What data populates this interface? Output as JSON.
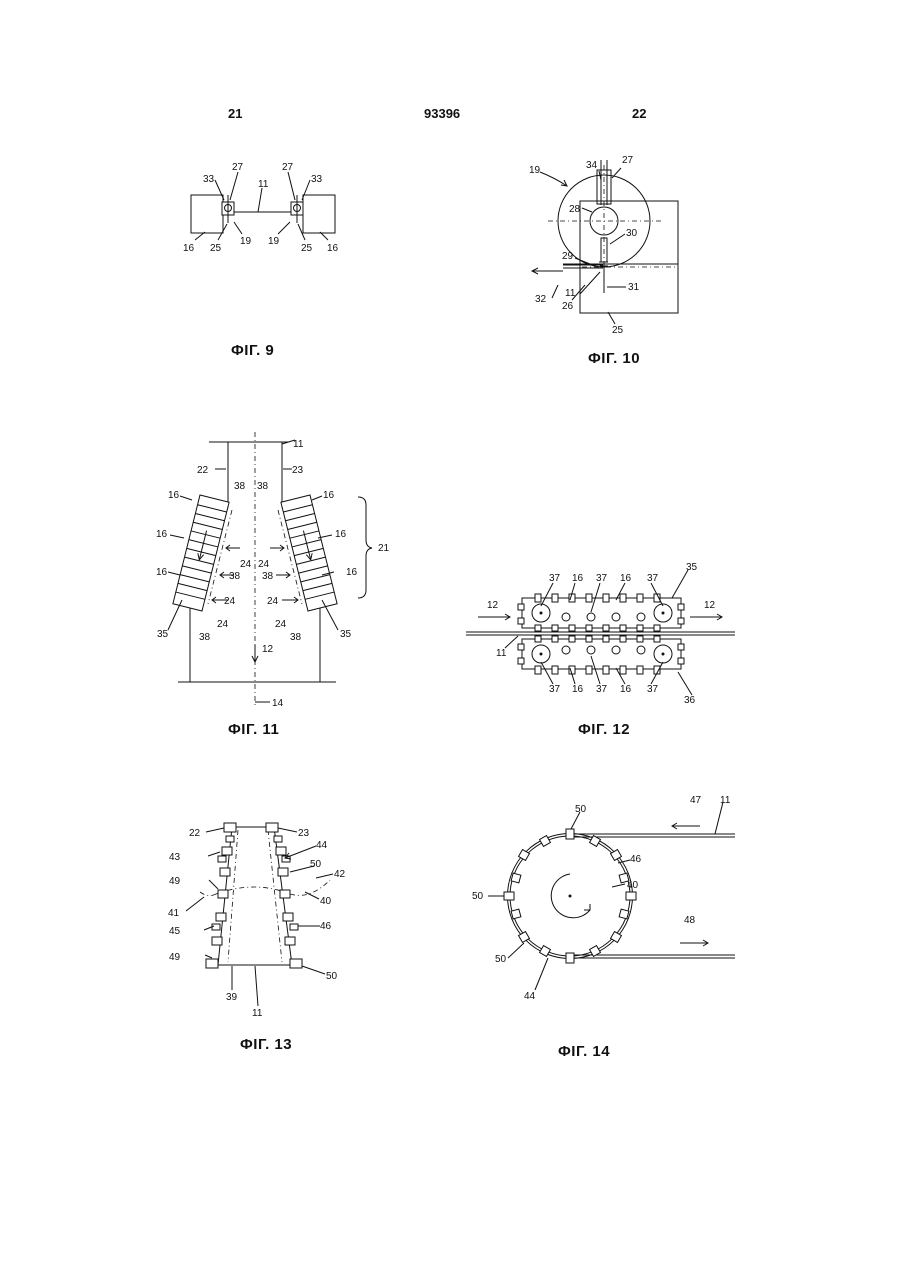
{
  "header": {
    "left": "21",
    "center": "93396",
    "right": "22"
  },
  "figures": {
    "fig9": {
      "caption": "ФІГ. 9",
      "labels": [
        "33",
        "27",
        "11",
        "27",
        "33",
        "16",
        "25",
        "19",
        "19",
        "25",
        "16"
      ]
    },
    "fig10": {
      "caption": "ФІГ. 10",
      "labels": [
        "34",
        "27",
        "19",
        "28",
        "30",
        "29",
        "11",
        "26",
        "32",
        "31",
        "25"
      ]
    },
    "fig11": {
      "caption": "ФІГ. 11",
      "labels": [
        "11",
        "22",
        "23",
        "16",
        "38",
        "38",
        "16",
        "16",
        "16",
        "24",
        "24",
        "21",
        "16",
        "38",
        "38",
        "16",
        "24",
        "24",
        "35",
        "24",
        "38",
        "38",
        "24",
        "35",
        "12",
        "14"
      ]
    },
    "fig12": {
      "caption": "ФІГ. 12",
      "labels": [
        "37",
        "16",
        "37",
        "16",
        "37",
        "35",
        "12",
        "12",
        "11",
        "37",
        "16",
        "37",
        "16",
        "37",
        "36"
      ]
    },
    "fig13": {
      "caption": "ФІГ. 13",
      "labels": [
        "22",
        "23",
        "43",
        "44",
        "50",
        "49",
        "42",
        "41",
        "40",
        "45",
        "46",
        "49",
        "50",
        "39",
        "11"
      ]
    },
    "fig14": {
      "caption": "ФІГ. 14",
      "labels": [
        "50",
        "47",
        "11",
        "46",
        "40",
        "50",
        "48",
        "50",
        "44"
      ]
    }
  }
}
